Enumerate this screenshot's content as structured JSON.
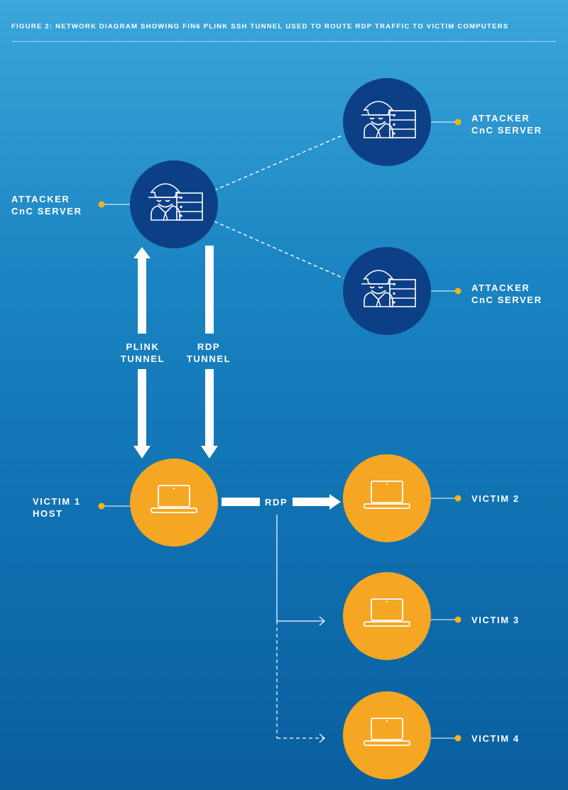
{
  "figure_title": "FIGURE 2: NETWORK DIAGRAM SHOWING FIN6 PLINK SSH TUNNEL USED TO ROUTE RDP TRAFFIC TO VICTIM COMPUTERS",
  "nodes": {
    "attacker_main": {
      "line1": "ATTACKER",
      "line2": "CnC SERVER"
    },
    "attacker_top": {
      "line1": "ATTACKER",
      "line2": "CnC SERVER"
    },
    "attacker_bottom": {
      "line1": "ATTACKER",
      "line2": "CnC SERVER"
    },
    "victim1": {
      "line1": "VICTIM 1",
      "line2": "HOST"
    },
    "victim2": {
      "line1": "VICTIM 2"
    },
    "victim3": {
      "line1": "VICTIM 3"
    },
    "victim4": {
      "line1": "VICTIM 4"
    }
  },
  "tunnels": {
    "plink": {
      "line1": "PLINK",
      "line2": "TUNNEL"
    },
    "rdp": {
      "line1": "RDP",
      "line2": "TUNNEL"
    }
  },
  "rdp_label": "RDP",
  "colors": {
    "attacker_node": "#0d3f86",
    "victim_node": "#f5a623",
    "connector_dot": "#f5b21b",
    "arrow": "#ffffff"
  },
  "icons": {
    "attacker": "spy-with-server-icon",
    "victim": "laptop-icon"
  }
}
